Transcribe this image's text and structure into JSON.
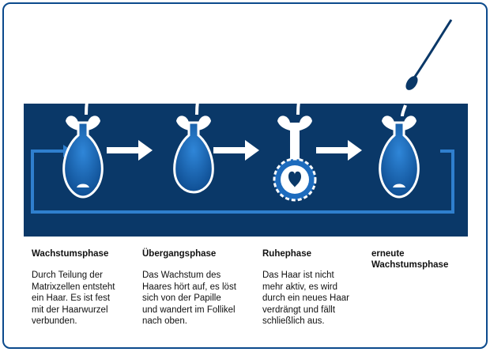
{
  "colors": {
    "band": "#0a3868",
    "loop": "#2f7fce",
    "hair": "#ffffff",
    "bulb_fill": "#1d6bbd",
    "frame": "#0b4a8c"
  },
  "phases": [
    {
      "title": "Wachstumsphase",
      "text": "Durch Teilung der\nMatrixzellen entsteht\nein Haar. Es ist fest\nmit der Haarwurzel\nverbunden."
    },
    {
      "title": "Übergangsphase",
      "text": "Das Wachstum des\nHaares hört auf, es löst\nsich von der Papille\nund wandert im Follikel\nnach oben."
    },
    {
      "title": "Ruhephase",
      "text": "Das Haar ist nicht\nmehr aktiv, es wird\ndurch ein neues Haar\nverdrängt und fällt\nschließlich aus."
    },
    {
      "title": "erneute\nWachstumsphase",
      "text": ""
    }
  ]
}
